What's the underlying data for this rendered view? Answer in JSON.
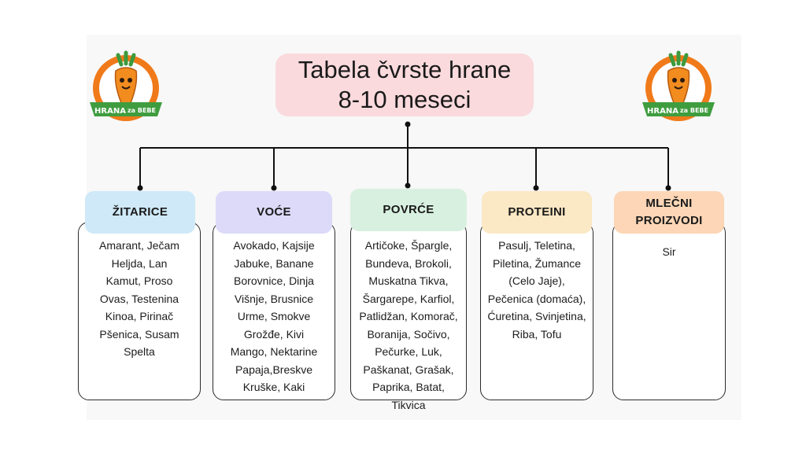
{
  "title": {
    "line1": "Tabela čvrste hrane",
    "line2": "8-10 meseci"
  },
  "logo": {
    "text_main": "HRANA",
    "text_sub": "za BEBE",
    "name": "carrot-baby-food-logo"
  },
  "colors": {
    "title_bg": "#fadadd",
    "zitarice": "#cfe9f8",
    "voce": "#dcdaf8",
    "povrce": "#d8f0e0",
    "proteini": "#fbe8c4",
    "mlecni": "#fcd6b6"
  },
  "columns": [
    {
      "key": "zitarice",
      "title": [
        "ŽITARICE"
      ],
      "items": [
        "Amarant, Ječam",
        "Heljda, Lan",
        "Kamut, Proso",
        "Ovas, Testenina",
        "Kinoa, Pirinač",
        "Pšenica, Susam",
        "Spelta"
      ]
    },
    {
      "key": "voce",
      "title": [
        "VOĆE"
      ],
      "items": [
        "Avokado, Kajsije",
        "Jabuke, Banane",
        "Borovnice, Dinja",
        "Višnje, Brusnice",
        "Urme, Smokve",
        "Grožđe, Kivi",
        "Mango, Nektarine",
        "Papaja,Breskve",
        "Kruške, Kaki"
      ]
    },
    {
      "key": "povrce",
      "title": [
        "POVRĆE"
      ],
      "items": [
        "Artičoke, Špargle,",
        "Bundeva, Brokoli,",
        "Muskatna Tikva,",
        "Šargarepe, Karfiol,",
        "Patlidžan, Komorač,",
        "Boranija, Sočivo,",
        "Pečurke, Luk,",
        "Paškanat, Grašak,",
        "Paprika, Batat,",
        "Tikvica"
      ]
    },
    {
      "key": "proteini",
      "title": [
        "PROTEINI"
      ],
      "items": [
        "Pasulj, Teletina,",
        "Piletina, Žumance",
        "(Celo Jaje),",
        "Pečenica (domaća),",
        "Ćuretina, Svinjetina,",
        "Riba, Tofu"
      ]
    },
    {
      "key": "mlecni",
      "title": [
        "MLEČNI",
        "PROIZVODI"
      ],
      "items": [
        "Sir"
      ]
    }
  ]
}
